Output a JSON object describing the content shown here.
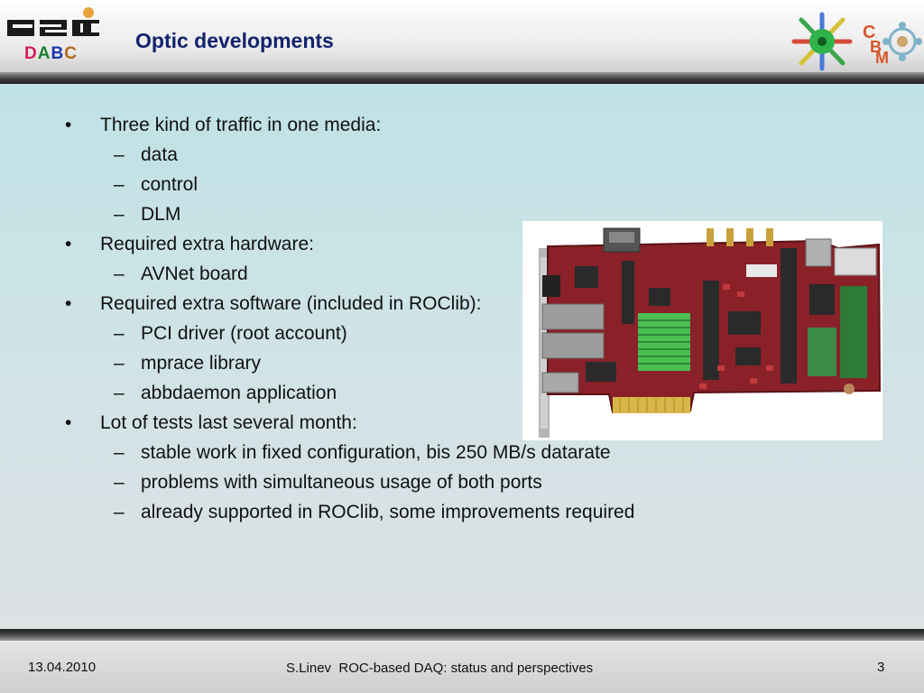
{
  "header": {
    "logo_label": "DABC",
    "title": "Optic developments"
  },
  "colors": {
    "title": "#12246e",
    "accent_magenta": "#d8175a",
    "accent_green": "#1c7f2f",
    "accent_blue": "#1a36b0"
  },
  "bullets": [
    {
      "level": 1,
      "mark": "•",
      "text": "Three kind of traffic in one media:"
    },
    {
      "level": 2,
      "mark": "–",
      "text": "data"
    },
    {
      "level": 2,
      "mark": "–",
      "text": "control"
    },
    {
      "level": 2,
      "mark": "–",
      "text": "DLM"
    },
    {
      "level": 1,
      "mark": "•",
      "text": "Required extra hardware:"
    },
    {
      "level": 2,
      "mark": "–",
      "text": "AVNet board"
    },
    {
      "level": 1,
      "mark": "•",
      "text": "Required extra software (included in ROClib):"
    },
    {
      "level": 2,
      "mark": "–",
      "text": "PCI driver (root account)"
    },
    {
      "level": 2,
      "mark": "–",
      "text": "mprace library"
    },
    {
      "level": 2,
      "mark": "–",
      "text": "abbdaemon application"
    },
    {
      "level": 1,
      "mark": "•",
      "text": "Lot of tests last several month:"
    },
    {
      "level": 2,
      "mark": "–",
      "text": "stable work in fixed configuration, bis 250 MB/s datarate"
    },
    {
      "level": 2,
      "mark": "–",
      "text": "problems with simultaneous usage of both ports"
    },
    {
      "level": 2,
      "mark": "–",
      "text": "already supported in ROClib, some improvements required"
    }
  ],
  "footer": {
    "date": "13.04.2010",
    "center": "S.Linev  ROC-based DAQ: status and perspectives",
    "page": "3"
  }
}
